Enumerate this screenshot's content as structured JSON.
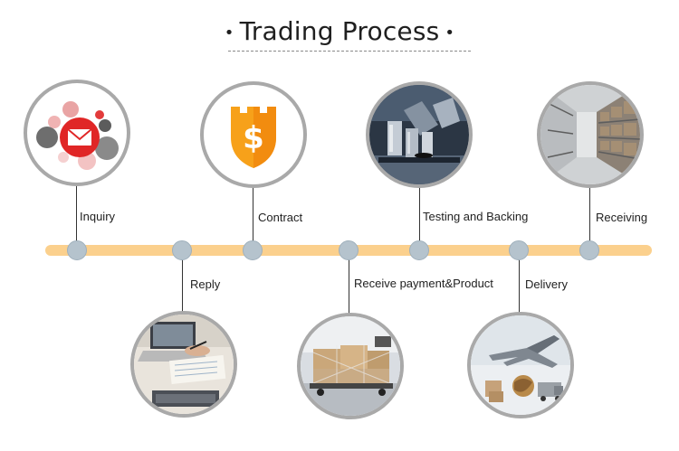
{
  "title": "Trading Process",
  "bullet_left": "•",
  "bullet_right": "•",
  "steps": [
    {
      "label": "Inquiry",
      "icon": "email-icon"
    },
    {
      "label": "Reply",
      "icon": "laptop-writing-icon"
    },
    {
      "label": "Contract",
      "icon": "dollar-shield-icon"
    },
    {
      "label": "Receive payment&Product",
      "icon": "cargo-pallet-icon"
    },
    {
      "label": "Testing and Backing",
      "icon": "microscope-icon"
    },
    {
      "label": "Delivery",
      "icon": "airplane-logistics-icon"
    },
    {
      "label": "Receiving",
      "icon": "warehouse-icon"
    }
  ],
  "colors": {
    "timeline": "#fbd08d",
    "node": "#b5c3cd",
    "circle_border": "#a9a9a9",
    "shield_orange": "#f7a11a"
  }
}
